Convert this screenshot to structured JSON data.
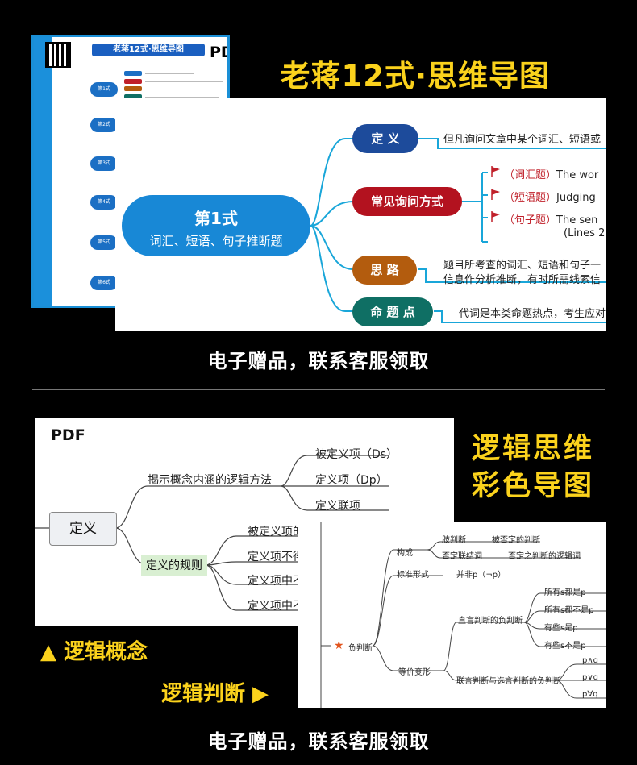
{
  "section1": {
    "thumb": {
      "pdf_label": "PDF",
      "title": "老蒋12式·思维导图",
      "nodes": [
        "第1式",
        "第2式",
        "第3式",
        "第4式",
        "第5式",
        "第6式"
      ]
    },
    "heading": "老蒋12式·思维导图",
    "center": {
      "title": "第1式",
      "subtitle": "词汇、短语、句子推断题"
    },
    "branches": {
      "definition": {
        "label": "定 义",
        "text": "但凡询问文章中某个词汇、短语或"
      },
      "ask": {
        "label": "常见询问方式",
        "items": [
          {
            "tag": "（词汇题）",
            "text": "The wor"
          },
          {
            "tag": "（短语题）",
            "text": "Judging"
          },
          {
            "tag": "（句子题）",
            "text": "The sen",
            "extra": "(Lines 2-"
          }
        ]
      },
      "approach": {
        "label": "思 路",
        "text1": "题目所考查的词汇、短语和句子一",
        "text2": "信息作分析推断，有时所需线索信"
      },
      "focus": {
        "label": "命 题 点",
        "text": "代词是本类命题热点，考生应对"
      }
    },
    "note": "电子赠品，联系客服领取"
  },
  "section2": {
    "pdf_label": "PDF",
    "heading_line1": "逻辑思维",
    "heading_line2": "彩色导图",
    "map_left": {
      "root": "定义",
      "branch_a": "揭示概念内涵的逻辑方法",
      "branch_a_items": [
        "被定义项（Ds）",
        "定义项（Dp）",
        "定义联项"
      ],
      "branch_b": "定义的规则",
      "branch_b_items": [
        "被定义项的",
        "定义项不得",
        "定义项中不",
        "定义项中不"
      ]
    },
    "map_right": {
      "root": "负判断",
      "structure": "构成",
      "structure_items": [
        [
          "肢判断",
          "被否定的判断"
        ],
        [
          "否定联结词",
          "否定之判断的逻辑词"
        ]
      ],
      "standard": "标准形式",
      "standard_value": "并非p（¬p）",
      "equiv": "等价变形",
      "direct": "直言判断的负判断",
      "direct_items": [
        "所有s都是p",
        "所有s都不是p",
        "有些s是p",
        "有些s不是p"
      ],
      "compound": "联言判断与选言判断的负判断",
      "compound_items": [
        "p∧q",
        "p∨q",
        "p∀q"
      ]
    },
    "caption_concept": "▲ 逻辑概念",
    "caption_judgment": "逻辑判断 ▶",
    "note": "电子赠品，联系客服领取"
  },
  "colors": {
    "accent": "#fbd21c",
    "blue": "#1888d6",
    "navy": "#1d4b9b",
    "crimson": "#b3121f",
    "brown": "#b35c0e",
    "teal": "#0f6f64",
    "green_box": "#d9efd2"
  }
}
